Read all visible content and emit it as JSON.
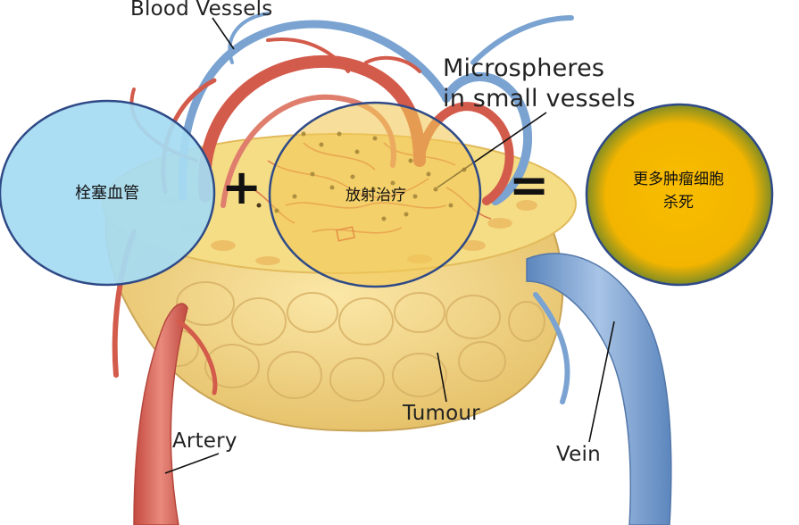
{
  "labels": {
    "blood_vessels": "Blood Vessels",
    "microspheres_line1": "Microspheres",
    "microspheres_line2": "in small vessels",
    "tumour": "Tumour",
    "artery": "Artery",
    "vein": "Vein"
  },
  "equation": {
    "term1": "栓塞血管",
    "plus": "+",
    "term2": "放射治疗",
    "equals": "=",
    "result_line1": "更多肿瘤细胞",
    "result_line2": "杀死"
  },
  "colors": {
    "term1_fill": "#a6dcf2",
    "term2_fill": "#f2c857",
    "result_fill": "#f6b800",
    "result_edge": "#2e6b3a",
    "circle_stroke": "#2f4a87",
    "artery": "#d9665a",
    "vein": "#7aa3d2",
    "tumour": "#f2d98a"
  }
}
